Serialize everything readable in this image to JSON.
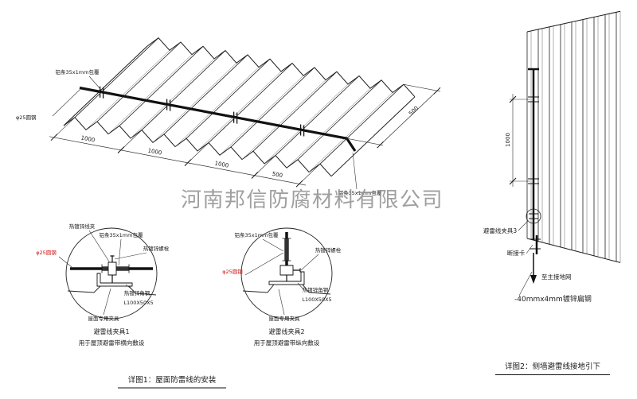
{
  "watermark": {
    "text": "河南邦信防腐材料有限公司"
  },
  "roof_view": {
    "annotations": {
      "alu_strip_top": "铝条35x1mm包覆",
      "alu_strip_bottom": "铝条35x1mm包覆",
      "round_steel": "φ25圆钢"
    },
    "dims": {
      "d1": "1000",
      "d2": "1000",
      "d3": "1000",
      "d4": "500",
      "d5": "500"
    }
  },
  "detail1": {
    "title": "避雷线夹具1",
    "subtitle": "用于屋顶避雷带横向敷设",
    "labels": {
      "wire_clamp": "热镀锌线夹",
      "alu_strip": "铝条35x1mm包覆",
      "bolt": "热镀锌螺栓",
      "round_steel": "φ25圆钢",
      "angle_steel": "热镀锌角钢",
      "angle_spec": "L100X50X5",
      "roof_clamp": "屋面专用夹具"
    }
  },
  "detail2": {
    "title": "避雷线夹具2",
    "subtitle": "用于屋顶避雷带纵向敷设",
    "labels": {
      "alu_strip": "铝条35x1mm包覆",
      "bolt": "热镀锌螺栓",
      "round_steel": "φ25圆钢",
      "angle_steel": "热镀锌角钢",
      "angle_spec": "L100X50X5",
      "roof_clamp": "屋面专用夹具"
    }
  },
  "wall_view": {
    "dim": "1000",
    "labels": {
      "clamp": "避雷线夹具3",
      "disconnect": "断接卡",
      "to_ground": "至主接地网",
      "flat_steel": "-40mmx4mm镀锌扁钢"
    }
  },
  "captions": {
    "c1": "详图1：屋面防雷线的安装",
    "c2": "详图2：侧墙避雷线接地引下"
  },
  "colors": {
    "line": "#1a1a1a",
    "red": "#cc1111",
    "watermark": "#8f8f8f"
  }
}
